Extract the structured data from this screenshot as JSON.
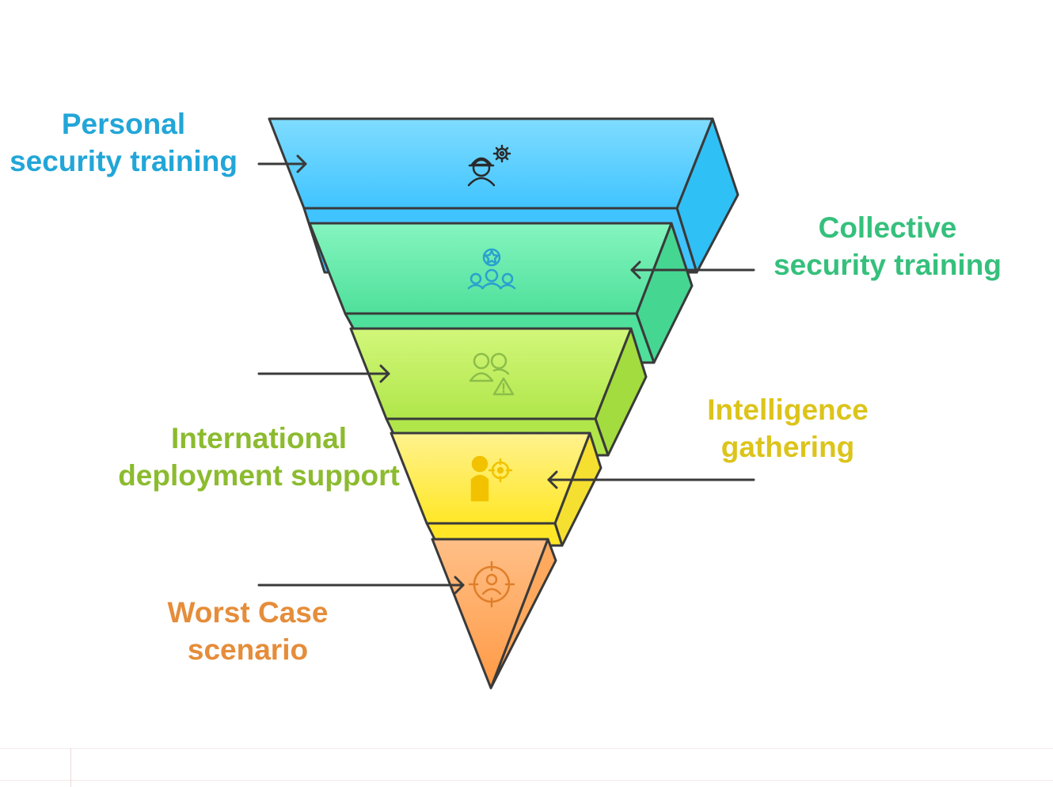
{
  "layers": [
    {
      "label_lines": [
        "Personal",
        "security training"
      ],
      "color": "#22a6d8",
      "top": "#7fdcff",
      "bottom": "#40c4ff",
      "side": "#2fc0f6",
      "icon": "worker-gear-icon"
    },
    {
      "label_lines": [
        "Collective",
        "security training"
      ],
      "color": "#35c07c",
      "top": "#85f5bf",
      "bottom": "#4fe09b",
      "side": "#45d691",
      "icon": "team-target-icon"
    },
    {
      "label_lines": [
        "International",
        "deployment support"
      ],
      "color": "#8cbb2f",
      "top": "#d2f77a",
      "bottom": "#b0e64a",
      "side": "#a2dc3e",
      "icon": "people-warning-icon"
    },
    {
      "label_lines": [
        "Intelligence",
        "gathering"
      ],
      "color": "#dcc41a",
      "top": "#fff28e",
      "bottom": "#ffe727",
      "side": "#f5df30",
      "icon": "agent-crosshair-icon"
    },
    {
      "label_lines": [
        "Worst Case",
        "scenario"
      ],
      "color": "#e58d3a",
      "top": "#ffbf87",
      "bottom": "#ff9a45",
      "side": "#ffa95e",
      "icon": "target-person-icon"
    }
  ],
  "outline_color": "#3a3a3a"
}
